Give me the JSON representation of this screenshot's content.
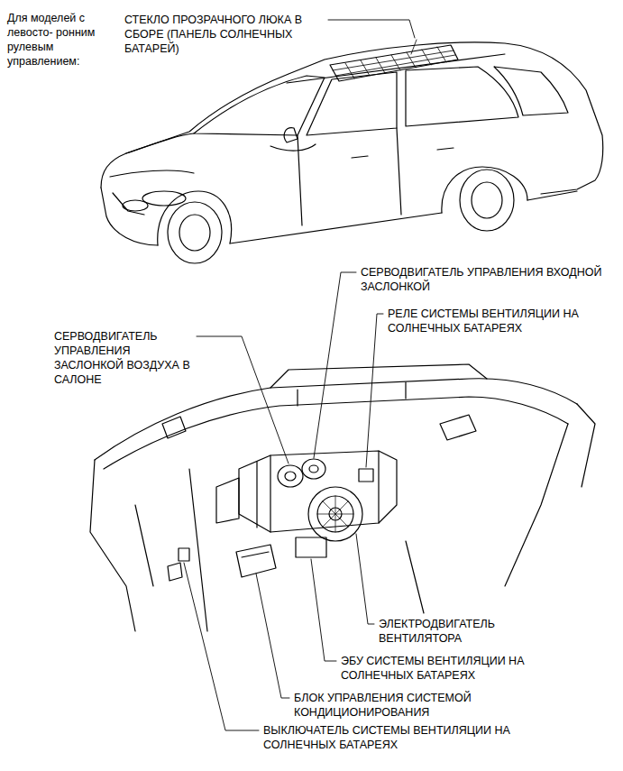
{
  "diagram": {
    "labels": [
      "Для моделей с левосто- ронним рулевым управлением:",
      "СТЕКЛО ПРОЗРАЧНОГО ЛЮКА В СБОРЕ (ПАНЕЛЬ СОЛНЕЧНЫХ БАТАРЕЙ)",
      "СЕРВОДВИГАТЕЛЬ УПРАВЛЕНИЯ ВХОДНОЙ ЗАСЛОНКОЙ",
      "РЕЛЕ СИСТЕМЫ ВЕНТИЛЯЦИИ НА СОЛНЕЧНЫХ БАТАРЕЯХ",
      "СЕРВОДВИГАТЕЛЬ УПРАВЛЕНИЯ ЗАСЛОНКОЙ ВОЗДУХА В САЛОНЕ",
      "ЭЛЕКТРОДВИГАТЕЛЬ ВЕНТИЛЯТОРА",
      "ЭБУ СИСТЕМЫ ВЕНТИЛЯЦИИ НА СОЛНЕЧНЫХ БАТАРЕЯХ",
      "БЛОК УПРАВЛЕНИЯ СИСТЕМОЙ КОНДИЦИОНИРОВАНИЯ",
      "ВЫКЛЮЧАТЕЛЬ СИСТЕМЫ ВЕНТИЛЯЦИИ НА СОЛНЕЧНЫХ БАТАРЕЯХ"
    ]
  }
}
